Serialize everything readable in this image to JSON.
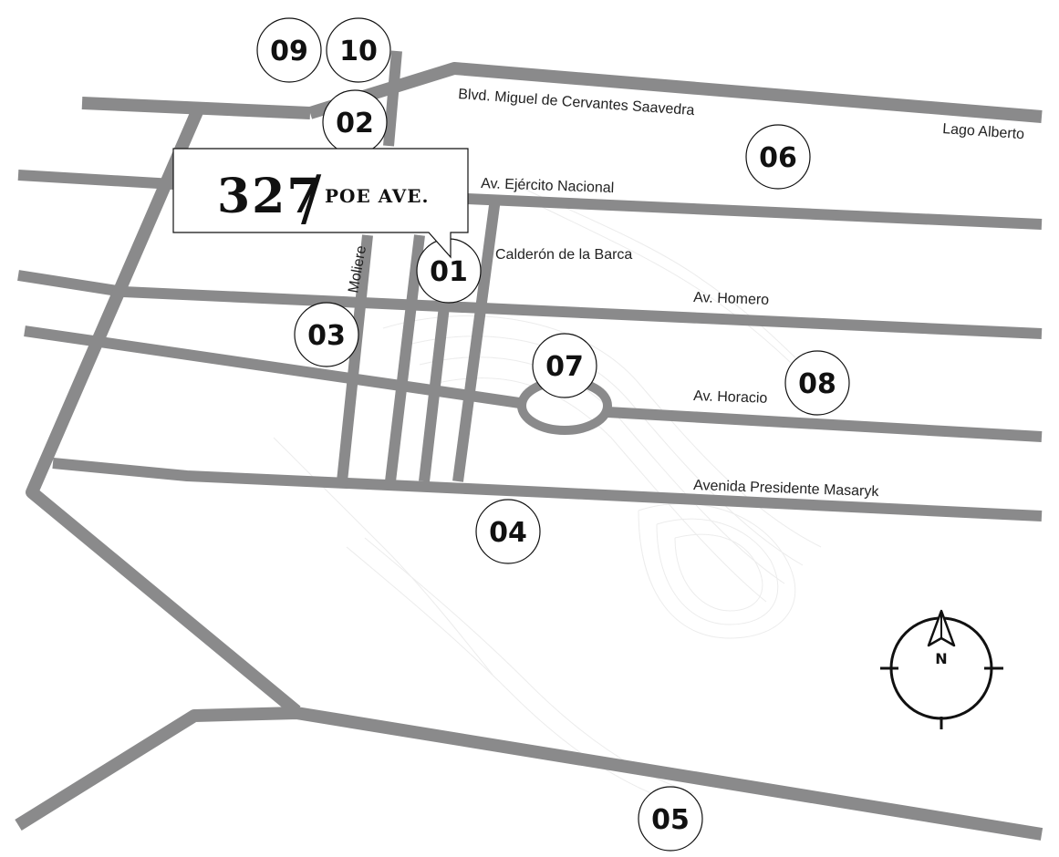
{
  "colors": {
    "road": "#8a8a8b",
    "ink": "#111111",
    "background": "#ffffff",
    "contour": "#ececec"
  },
  "callout": {
    "number": "327",
    "slash": "/",
    "street": "POE AVE."
  },
  "streets": {
    "cervantes": "Blvd. Miguel de Cervantes Saavedra",
    "lago_alberto": "Lago Alberto",
    "ejercito": "Av. Ejército Nacional",
    "calderon": "Calderón de la Barca",
    "moliere": "Moliere",
    "homero": "Av. Homero",
    "horacio": "Av. Horacio",
    "masaryk": "Avenida Presidente Masaryk"
  },
  "markers": [
    "01",
    "02",
    "03",
    "04",
    "05",
    "06",
    "07",
    "08",
    "09",
    "10"
  ],
  "compass": {
    "label": "N",
    "icon": "north-arrow-icon"
  }
}
